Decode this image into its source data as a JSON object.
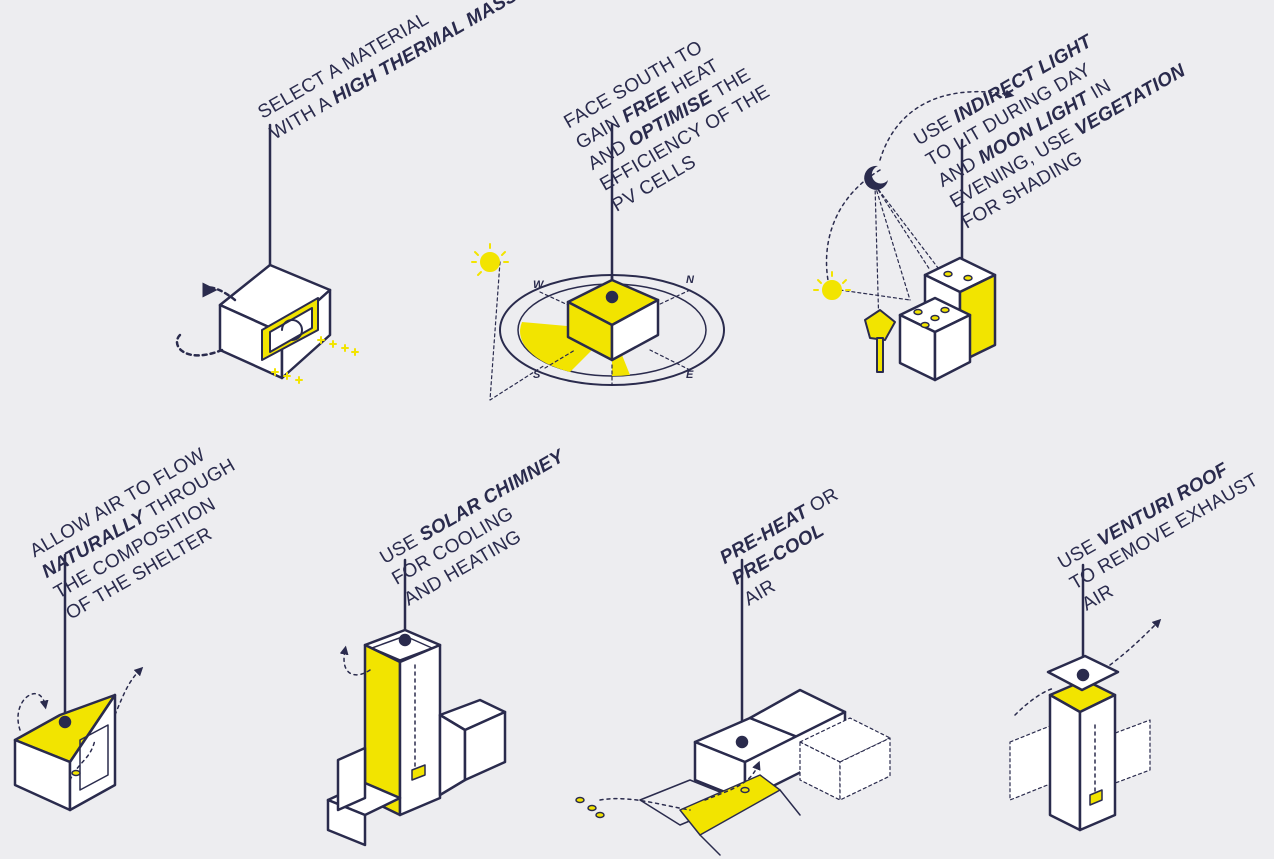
{
  "colors": {
    "background": "#EDEDF0",
    "ink": "#2A2B4D",
    "accent": "#F2E400",
    "paper": "#FFFFFF"
  },
  "panels": [
    {
      "id": "thermal-mass",
      "lines": [
        {
          "pre": "SELECT A MATERIAL",
          "bold": "",
          "post": ""
        },
        {
          "pre": "WITH A ",
          "bold": "HIGH THERMAL MASS",
          "post": ""
        }
      ]
    },
    {
      "id": "face-south",
      "lines": [
        {
          "pre": "FACE SOUTH TO",
          "bold": "",
          "post": ""
        },
        {
          "pre": "GAIN ",
          "bold": "FREE",
          "post": " HEAT"
        },
        {
          "pre": "AND ",
          "bold": "OPTIMISE",
          "post": " THE"
        },
        {
          "pre": "EFFICIENCY OF THE",
          "bold": "",
          "post": ""
        },
        {
          "pre": "PV CELLS",
          "bold": "",
          "post": ""
        }
      ],
      "compass": [
        "N",
        "E",
        "S",
        "W"
      ]
    },
    {
      "id": "indirect-light",
      "lines": [
        {
          "pre": "USE ",
          "bold": "INDIRECT LIGHT",
          "post": ""
        },
        {
          "pre": "TO LIT DURING DAY",
          "bold": "",
          "post": ""
        },
        {
          "pre": "AND ",
          "bold": "MOON LIGHT",
          "post": " IN"
        },
        {
          "pre": "EVENING, USE ",
          "bold": "VEGETATION",
          "post": ""
        },
        {
          "pre": "FOR SHADING",
          "bold": "",
          "post": ""
        }
      ]
    },
    {
      "id": "natural-flow",
      "lines": [
        {
          "pre": "ALLOW AIR TO FLOW",
          "bold": "",
          "post": ""
        },
        {
          "pre": "",
          "bold": "NATURALLY",
          "post": " THROUGH"
        },
        {
          "pre": "THE COMPOSITION",
          "bold": "",
          "post": ""
        },
        {
          "pre": "OF THE SHELTER",
          "bold": "",
          "post": ""
        }
      ]
    },
    {
      "id": "solar-chimney",
      "lines": [
        {
          "pre": "USE ",
          "bold": "SOLAR CHIMNEY",
          "post": ""
        },
        {
          "pre": "FOR COOLING",
          "bold": "",
          "post": ""
        },
        {
          "pre": "AND HEATING",
          "bold": "",
          "post": ""
        }
      ]
    },
    {
      "id": "pre-heat",
      "lines": [
        {
          "pre": "",
          "bold": "PRE-HEAT",
          "post": " OR"
        },
        {
          "pre": "",
          "bold": "PRE-COOL",
          "post": ""
        },
        {
          "pre": "AIR",
          "bold": "",
          "post": ""
        }
      ]
    },
    {
      "id": "venturi-roof",
      "lines": [
        {
          "pre": "USE ",
          "bold": "VENTURI ROOF",
          "post": ""
        },
        {
          "pre": "TO REMOVE EXHAUST",
          "bold": "",
          "post": ""
        },
        {
          "pre": "AIR",
          "bold": "",
          "post": ""
        }
      ]
    }
  ]
}
